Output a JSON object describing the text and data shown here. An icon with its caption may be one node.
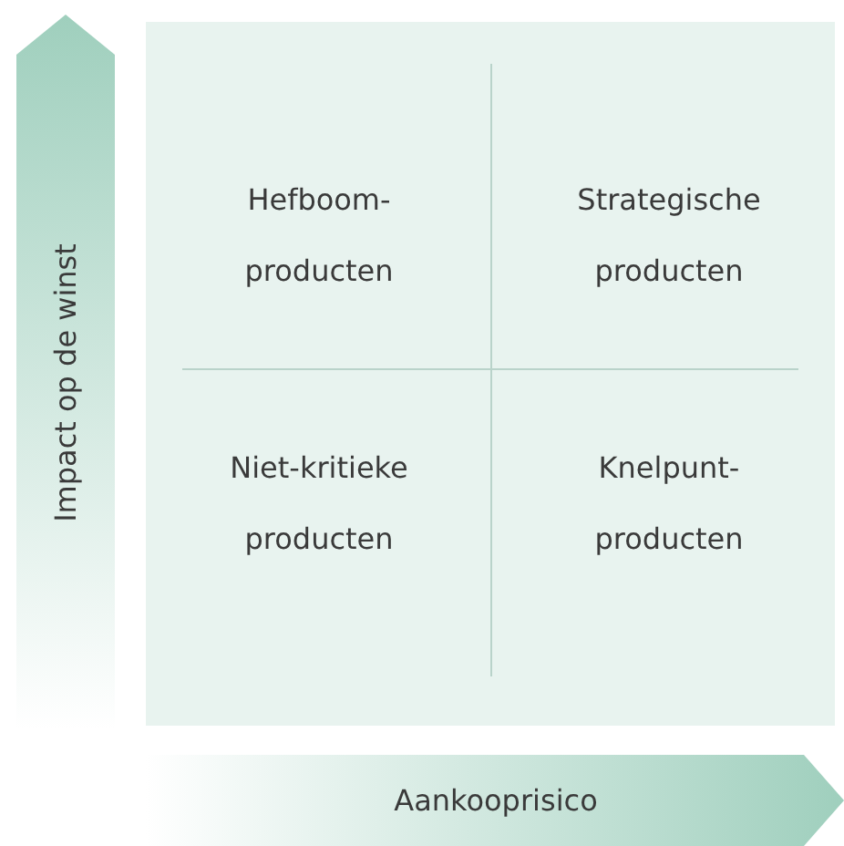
{
  "diagram": {
    "nodes": [
      {
        "text": [],
        "shape": "box"
      },
      {
        "text": [
          "Hefboom- producten"
        ],
        "in": 0
      },
      {
        "text": [
          "Strategische producten"
        ],
        "in": 0
      },
      {
        "text": [
          "Niet-kritieke producten"
        ],
        "in": 0
      },
      {
        "text": [
          "Knelpunt- producten"
        ],
        "in": 0
      }
    ],
    "labels": [
      "Impact op de winst",
      "Aankooprisico"
    ]
  }
}
